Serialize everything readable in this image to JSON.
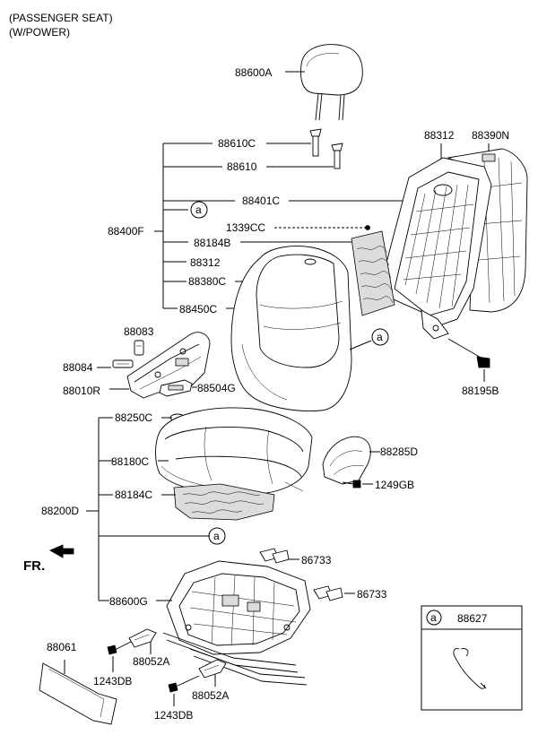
{
  "header": {
    "line1": "(PASSENGER SEAT)",
    "line2": "(W/POWER)"
  },
  "front_marker": "FR.",
  "circle_ref": "a",
  "labels": {
    "p88600A": "88600A",
    "p88610C": "88610C",
    "p88610": "88610",
    "p88312_top": "88312",
    "p88390N": "88390N",
    "p88401C": "88401C",
    "p1339CC": "1339CC",
    "p88400F": "88400F",
    "p88184B": "88184B",
    "p88312_mid": "88312",
    "p88380C": "88380C",
    "p88450C": "88450C",
    "p88083": "88083",
    "p88084": "88084",
    "p88010R": "88010R",
    "p88504G": "88504G",
    "p88195B": "88195B",
    "p88250C": "88250C",
    "p88180C": "88180C",
    "p88285D": "88285D",
    "p1249GB": "1249GB",
    "p88184C": "88184C",
    "p88200D": "88200D",
    "p86733_a": "86733",
    "p86733_b": "86733",
    "p88600G": "88600G",
    "p88061": "88061",
    "p88052A_a": "88052A",
    "p1243DB_a": "1243DB",
    "p88052A_b": "88052A",
    "p1243DB_b": "1243DB"
  },
  "legend_box": {
    "ref": "a",
    "part": "88627"
  }
}
